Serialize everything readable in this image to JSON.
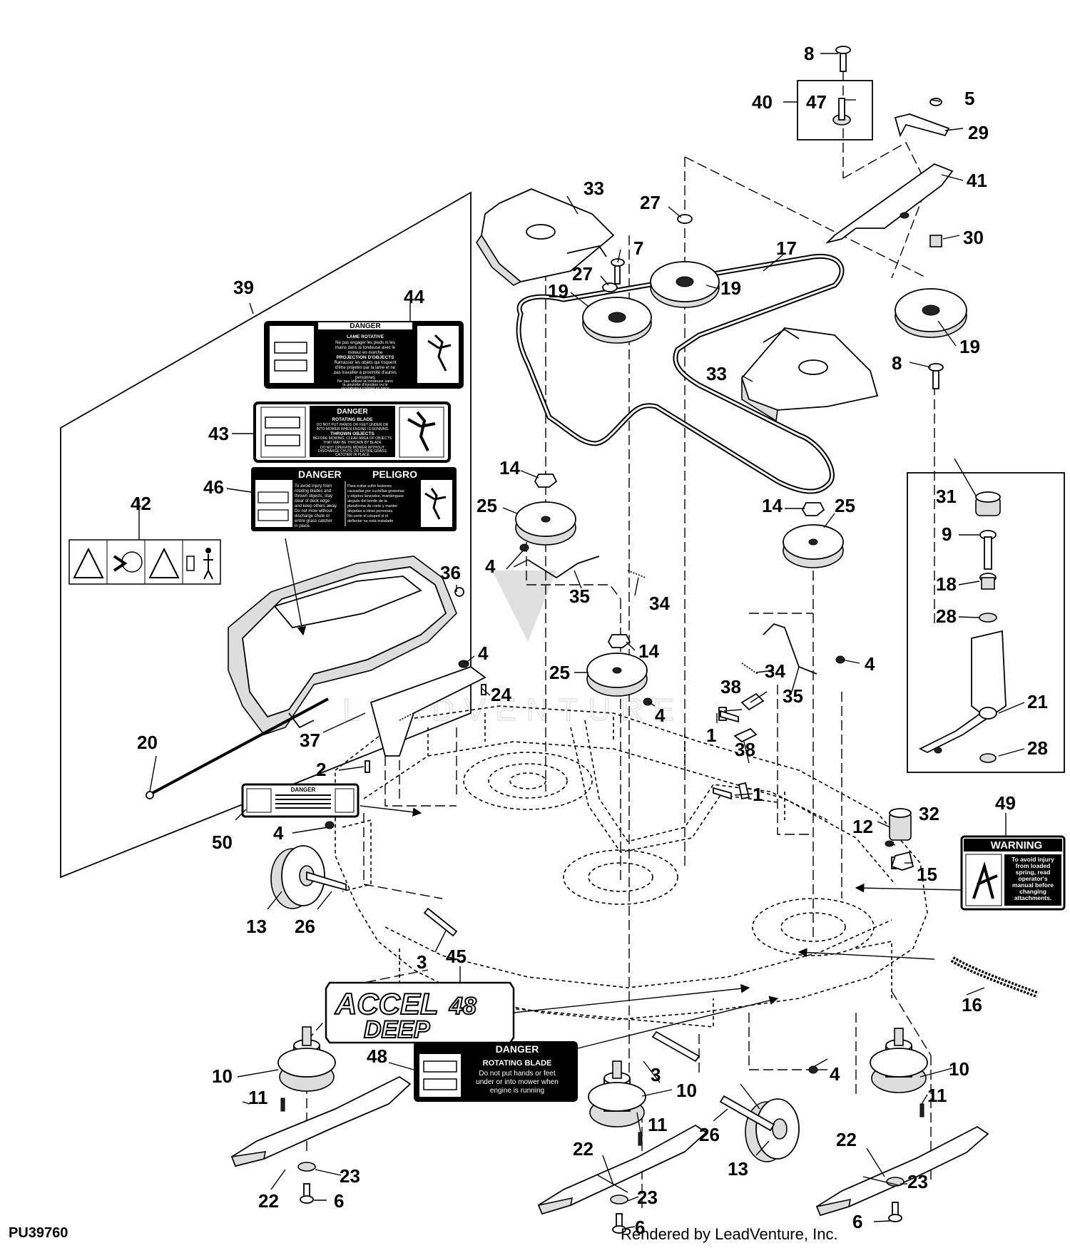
{
  "diagram_code": "PU39760",
  "credit": "Rendered by LeadVenture, Inc.",
  "watermark": "LEADVENTURE",
  "callouts": [
    "1",
    "2",
    "3",
    "4",
    "5",
    "6",
    "7",
    "8",
    "9",
    "10",
    "11",
    "12",
    "13",
    "14",
    "15",
    "16",
    "17",
    "18",
    "19",
    "20",
    "21",
    "22",
    "23",
    "24",
    "25",
    "26",
    "27",
    "28",
    "29",
    "30",
    "31",
    "32",
    "33",
    "34",
    "35",
    "36",
    "37",
    "38",
    "39",
    "40",
    "41",
    "42",
    "43",
    "44",
    "45",
    "46",
    "47",
    "48",
    "49",
    "50"
  ],
  "decals": {
    "d44": {
      "title": "DANGER",
      "line1": "LAME ROTATIVE",
      "line2": "Ne pas engager les pieds ni les",
      "line3": "mains dans la tondeuse avec le",
      "line4": "moteur en marche",
      "line5": "PROJECTION D'OBJECTS",
      "line6": "Ramasser les objets qui risquent",
      "line7": "d'être projetés par la lame et ne",
      "line8": "pas travailler à proximité d'autres",
      "line9": "personnes",
      "line10": "Ne pas utiliser la tondeuse sans",
      "line11": "la goulotte d'éjection ou le",
      "line12": "récupérateur complet en place"
    },
    "d43": {
      "title": "DANGER",
      "line1": "ROTATING BLADE",
      "line2": "DO NOT PUT HANDS OR FEET UNDER OR",
      "line3": "INTO MOWER WHEN ENGINE IS RUNNING",
      "line4": "THROWN OBJECTS",
      "line5": "BEFORE MOWING, CLEAR AREA OF OBJECTS",
      "line6": "THAT MAY BE THROWN BY BLADE",
      "line7": "DO NOT OPERATE MOWER WITHOUT",
      "line8": "DISCHARGE CHUTE OR ENTIRE GRASS",
      "line9": "CATCHER IN PLACE"
    },
    "d46": {
      "title1": "DANGER",
      "title2": "PELIGRO",
      "left1": "To avoid injury from",
      "left2": "rotating blades and",
      "left3": "thrown objects, stay",
      "left4": "clear of deck edge",
      "left5": "and keep others away.",
      "left6": "Do not mow without",
      "left7": "discharge chute or",
      "left8": "entire grass catcher",
      "left9": "in place.",
      "right1": "Para evitar sufrir lesiones",
      "right2": "causadas por cuchillas giratorias",
      "right3": "y objetos lanzados, manténgase",
      "right4": "alejado del borde de la",
      "right5": "plataforma de corte y manter",
      "right6": "alejadas a otras personas.",
      "right7": "No corte el césped si el",
      "right8": "deflector no está instalado"
    },
    "d50": {
      "title": "DANGER"
    },
    "d48": {
      "title": "DANGER",
      "line1": "ROTATING BLADE",
      "line2": "Do not put hands or feet",
      "line3": "under or into mower when",
      "line4": "engine is running"
    },
    "d49": {
      "title": "WARNING",
      "line1": "To avoid injury",
      "line2": "from loaded",
      "line3": "spring, read",
      "line4": "operator's",
      "line5": "manual before",
      "line6": "changing",
      "line7": "attachments."
    },
    "d45": {
      "line1": "ACCEL",
      "line2": "48",
      "line3": "DEEP"
    }
  }
}
